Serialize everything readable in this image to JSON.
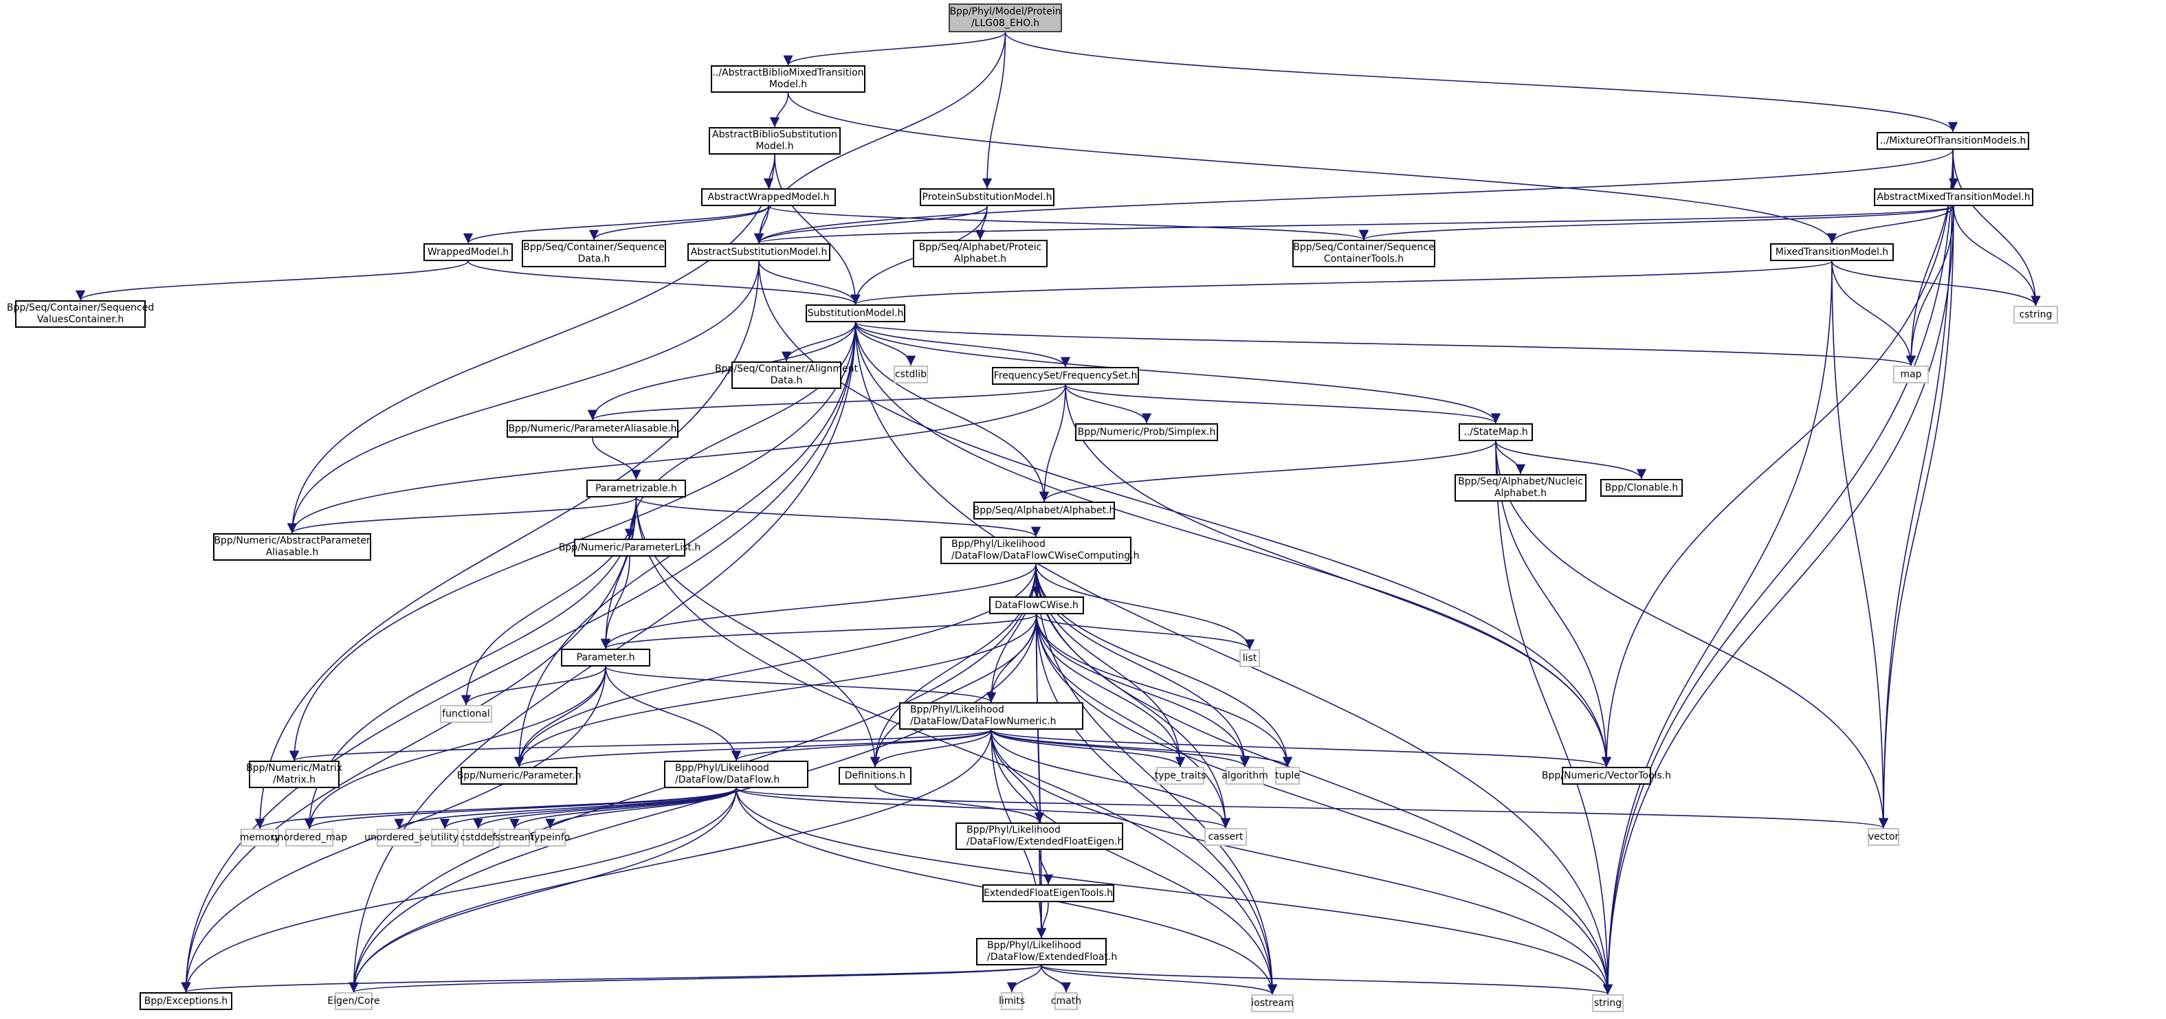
{
  "title": "Include dependency graph for Bpp/Phyl/Model/Protein/LLG08_EHO.h",
  "colors": {
    "edge": "#191970",
    "node_border": "#000000",
    "system_border": "#bfbfbf",
    "root_fill": "#bfbfbf"
  },
  "nodes": [
    {
      "id": "root",
      "label": "Bpp/Phyl/Model/Protein\n/LLG08_EHO.h",
      "kind": "root"
    },
    {
      "id": "abmtm",
      "label": "../AbstractBiblioMixedTransition\nModel.h",
      "kind": "project"
    },
    {
      "id": "absm",
      "label": "AbstractBiblioSubstitution\nModel.h",
      "kind": "project"
    },
    {
      "id": "awm",
      "label": "AbstractWrappedModel.h",
      "kind": "project"
    },
    {
      "id": "psm",
      "label": "ProteinSubstitutionModel.h",
      "kind": "project"
    },
    {
      "id": "motm",
      "label": "../MixtureOfTransitionModels.h",
      "kind": "project"
    },
    {
      "id": "amtm",
      "label": "AbstractMixedTransitionModel.h",
      "kind": "project"
    },
    {
      "id": "wm",
      "label": "WrappedModel.h",
      "kind": "project"
    },
    {
      "id": "seqdata",
      "label": "Bpp/Seq/Container/Sequence\nData.h",
      "kind": "project"
    },
    {
      "id": "asm",
      "label": "AbstractSubstitutionModel.h",
      "kind": "project"
    },
    {
      "id": "protalpha",
      "label": "Bpp/Seq/Alphabet/Proteic\nAlphabet.h",
      "kind": "project"
    },
    {
      "id": "sct",
      "label": "Bpp/Seq/Container/Sequence\nContainerTools.h",
      "kind": "project"
    },
    {
      "id": "mtm",
      "label": "MixedTransitionModel.h",
      "kind": "project"
    },
    {
      "id": "cstring",
      "label": "cstring",
      "kind": "system"
    },
    {
      "id": "svc",
      "label": "Bpp/Seq/Container/Sequenced\nValuesContainer.h",
      "kind": "project"
    },
    {
      "id": "sm",
      "label": "SubstitutionModel.h",
      "kind": "project"
    },
    {
      "id": "map",
      "label": "map",
      "kind": "system"
    },
    {
      "id": "align",
      "label": "Bpp/Seq/Container/Alignment\nData.h",
      "kind": "project"
    },
    {
      "id": "cstdlib",
      "label": "cstdlib",
      "kind": "system"
    },
    {
      "id": "fs",
      "label": "FrequencySet/FrequencySet.h",
      "kind": "project"
    },
    {
      "id": "pal",
      "label": "Bpp/Numeric/ParameterAliasable.h",
      "kind": "project"
    },
    {
      "id": "simplex",
      "label": "Bpp/Numeric/Prob/Simplex.h",
      "kind": "project"
    },
    {
      "id": "statemap",
      "label": "../StateMap.h",
      "kind": "project"
    },
    {
      "id": "alpha",
      "label": "Bpp/Seq/Alphabet/Alphabet.h",
      "kind": "project"
    },
    {
      "id": "nucalpha",
      "label": "Bpp/Seq/Alphabet/Nucleic\nAlphabet.h",
      "kind": "project"
    },
    {
      "id": "clonable",
      "label": "Bpp/Clonable.h",
      "kind": "project"
    },
    {
      "id": "parametrizable",
      "label": "Parametrizable.h",
      "kind": "project"
    },
    {
      "id": "apal",
      "label": "Bpp/Numeric/AbstractParameter\nAliasable.h",
      "kind": "project"
    },
    {
      "id": "plist",
      "label": "Bpp/Numeric/ParameterList.h",
      "kind": "project"
    },
    {
      "id": "dfcwc",
      "label": "Bpp/Phyl/Likelihood\n/DataFlow/DataFlowCWiseComputing.h",
      "kind": "project",
      "align": "left"
    },
    {
      "id": "dfcw",
      "label": "DataFlowCWise.h",
      "kind": "project"
    },
    {
      "id": "list",
      "label": "list",
      "kind": "system"
    },
    {
      "id": "param",
      "label": "Parameter.h",
      "kind": "project"
    },
    {
      "id": "functional",
      "label": "functional",
      "kind": "system"
    },
    {
      "id": "dfn",
      "label": "Bpp/Phyl/Likelihood\n/DataFlow/DataFlowNumeric.h",
      "kind": "project",
      "align": "left"
    },
    {
      "id": "typetraits",
      "label": "type_traits",
      "kind": "system"
    },
    {
      "id": "algorithm",
      "label": "algorithm",
      "kind": "system"
    },
    {
      "id": "tuple",
      "label": "tuple",
      "kind": "system"
    },
    {
      "id": "vectools",
      "label": "Bpp/Numeric/VectorTools.h",
      "kind": "project"
    },
    {
      "id": "matrix",
      "label": "Bpp/Numeric/Matrix\n/Matrix.h",
      "kind": "project"
    },
    {
      "id": "nparam",
      "label": "Bpp/Numeric/Parameter.h",
      "kind": "project"
    },
    {
      "id": "df",
      "label": "Bpp/Phyl/Likelihood\n/DataFlow/DataFlow.h",
      "kind": "project",
      "align": "left"
    },
    {
      "id": "defs",
      "label": "Definitions.h",
      "kind": "project"
    },
    {
      "id": "memory",
      "label": "memory",
      "kind": "system"
    },
    {
      "id": "umap",
      "label": "unordered_map",
      "kind": "system"
    },
    {
      "id": "uset",
      "label": "unordered_set",
      "kind": "system"
    },
    {
      "id": "utility",
      "label": "utility",
      "kind": "system"
    },
    {
      "id": "cstddef",
      "label": "cstddef",
      "kind": "system"
    },
    {
      "id": "sstream",
      "label": "sstream",
      "kind": "system"
    },
    {
      "id": "typeinfo",
      "label": "typeinfo",
      "kind": "system"
    },
    {
      "id": "cassert",
      "label": "cassert",
      "kind": "system"
    },
    {
      "id": "vector",
      "label": "vector",
      "kind": "system"
    },
    {
      "id": "efe",
      "label": "Bpp/Phyl/Likelihood\n/DataFlow/ExtendedFloatEigen.h",
      "kind": "project",
      "align": "left"
    },
    {
      "id": "efet",
      "label": "ExtendedFloatEigenTools.h",
      "kind": "project"
    },
    {
      "id": "ef",
      "label": "Bpp/Phyl/Likelihood\n/DataFlow/ExtendedFloat.h",
      "kind": "project",
      "align": "left"
    },
    {
      "id": "exceptions",
      "label": "Bpp/Exceptions.h",
      "kind": "project"
    },
    {
      "id": "eigen",
      "label": "Eigen/Core",
      "kind": "system"
    },
    {
      "id": "limits",
      "label": "limits",
      "kind": "system"
    },
    {
      "id": "cmath",
      "label": "cmath",
      "kind": "system"
    },
    {
      "id": "iostream",
      "label": "iostream",
      "kind": "system"
    },
    {
      "id": "string",
      "label": "string",
      "kind": "system"
    }
  ],
  "edges": [
    [
      "root",
      "abmtm"
    ],
    [
      "root",
      "asm"
    ],
    [
      "root",
      "psm"
    ],
    [
      "root",
      "motm"
    ],
    [
      "abmtm",
      "absm"
    ],
    [
      "abmtm",
      "mtm"
    ],
    [
      "absm",
      "awm"
    ],
    [
      "absm",
      "sm"
    ],
    [
      "absm",
      "apal"
    ],
    [
      "awm",
      "wm"
    ],
    [
      "awm",
      "seqdata"
    ],
    [
      "awm",
      "asm"
    ],
    [
      "awm",
      "sct"
    ],
    [
      "psm",
      "asm"
    ],
    [
      "psm",
      "sm"
    ],
    [
      "psm",
      "protalpha"
    ],
    [
      "motm",
      "amtm"
    ],
    [
      "motm",
      "map"
    ],
    [
      "motm",
      "cstring"
    ],
    [
      "motm",
      "vectools"
    ],
    [
      "motm",
      "vector"
    ],
    [
      "motm",
      "string"
    ],
    [
      "motm",
      "asm"
    ],
    [
      "amtm",
      "asm"
    ],
    [
      "amtm",
      "sct"
    ],
    [
      "amtm",
      "mtm"
    ],
    [
      "amtm",
      "map"
    ],
    [
      "amtm",
      "cstring"
    ],
    [
      "amtm",
      "vector"
    ],
    [
      "amtm",
      "string"
    ],
    [
      "mtm",
      "sm"
    ],
    [
      "mtm",
      "cstring"
    ],
    [
      "mtm",
      "map"
    ],
    [
      "mtm",
      "vector"
    ],
    [
      "mtm",
      "string"
    ],
    [
      "wm",
      "svc"
    ],
    [
      "wm",
      "sm"
    ],
    [
      "asm",
      "sm"
    ],
    [
      "asm",
      "apal"
    ],
    [
      "asm",
      "memory"
    ],
    [
      "asm",
      "vectools"
    ],
    [
      "sm",
      "align"
    ],
    [
      "sm",
      "cstdlib"
    ],
    [
      "sm",
      "fs"
    ],
    [
      "sm",
      "statemap"
    ],
    [
      "sm",
      "map"
    ],
    [
      "sm",
      "pal"
    ],
    [
      "sm",
      "alpha"
    ],
    [
      "sm",
      "plist"
    ],
    [
      "sm",
      "matrix"
    ],
    [
      "sm",
      "nparam"
    ],
    [
      "sm",
      "exceptions"
    ],
    [
      "sm",
      "eigen"
    ],
    [
      "sm",
      "vectools"
    ],
    [
      "sm",
      "string"
    ],
    [
      "fs",
      "pal"
    ],
    [
      "fs",
      "simplex"
    ],
    [
      "fs",
      "statemap"
    ],
    [
      "fs",
      "alpha"
    ],
    [
      "fs",
      "apal"
    ],
    [
      "fs",
      "vectools"
    ],
    [
      "statemap",
      "alpha"
    ],
    [
      "statemap",
      "nucalpha"
    ],
    [
      "statemap",
      "clonable"
    ],
    [
      "statemap",
      "vectools"
    ],
    [
      "statemap",
      "vector"
    ],
    [
      "statemap",
      "string"
    ],
    [
      "pal",
      "parametrizable"
    ],
    [
      "parametrizable",
      "apal"
    ],
    [
      "parametrizable",
      "plist"
    ],
    [
      "parametrizable",
      "param"
    ],
    [
      "parametrizable",
      "dfcwc"
    ],
    [
      "parametrizable",
      "functional"
    ],
    [
      "parametrizable",
      "umap"
    ],
    [
      "parametrizable",
      "exceptions"
    ],
    [
      "parametrizable",
      "defs"
    ],
    [
      "parametrizable",
      "iostream"
    ],
    [
      "plist",
      "param"
    ],
    [
      "dfcwc",
      "dfcw"
    ],
    [
      "dfcwc",
      "dfn"
    ],
    [
      "dfcwc",
      "param"
    ],
    [
      "dfcwc",
      "nparam"
    ],
    [
      "dfcwc",
      "list"
    ],
    [
      "dfcwc",
      "typetraits"
    ],
    [
      "dfcwc",
      "algorithm"
    ],
    [
      "dfcwc",
      "tuple"
    ],
    [
      "dfcwc",
      "defs"
    ],
    [
      "dfcwc",
      "ef"
    ],
    [
      "dfcwc",
      "eigen"
    ],
    [
      "dfcwc",
      "cassert"
    ],
    [
      "dfcwc",
      "iostream"
    ],
    [
      "dfcwc",
      "string"
    ],
    [
      "dfcw",
      "param"
    ],
    [
      "dfcw",
      "dfn"
    ],
    [
      "dfcw",
      "list"
    ],
    [
      "dfcw",
      "typetraits"
    ],
    [
      "dfcw",
      "algorithm"
    ],
    [
      "dfcw",
      "tuple"
    ],
    [
      "dfcw",
      "defs"
    ],
    [
      "dfcw",
      "nparam"
    ],
    [
      "dfcw",
      "cassert"
    ],
    [
      "dfcw",
      "ef"
    ],
    [
      "dfcw",
      "iostream"
    ],
    [
      "dfcw",
      "string"
    ],
    [
      "dfcw",
      "eigen"
    ],
    [
      "param",
      "functional"
    ],
    [
      "param",
      "nparam"
    ],
    [
      "param",
      "dfn"
    ],
    [
      "param",
      "df"
    ],
    [
      "param",
      "exceptions"
    ],
    [
      "param",
      "umap"
    ],
    [
      "dfn",
      "matrix"
    ],
    [
      "dfn",
      "nparam"
    ],
    [
      "dfn",
      "df"
    ],
    [
      "dfn",
      "defs"
    ],
    [
      "dfn",
      "typetraits"
    ],
    [
      "dfn",
      "algorithm"
    ],
    [
      "dfn",
      "tuple"
    ],
    [
      "dfn",
      "vectools"
    ],
    [
      "dfn",
      "efe"
    ],
    [
      "dfn",
      "ef"
    ],
    [
      "dfn",
      "cassert"
    ],
    [
      "dfn",
      "iostream"
    ],
    [
      "dfn",
      "string"
    ],
    [
      "dfn",
      "eigen"
    ],
    [
      "df",
      "memory"
    ],
    [
      "df",
      "umap"
    ],
    [
      "df",
      "uset"
    ],
    [
      "df",
      "utility"
    ],
    [
      "df",
      "cstddef"
    ],
    [
      "df",
      "sstream"
    ],
    [
      "df",
      "typeinfo"
    ],
    [
      "df",
      "cassert"
    ],
    [
      "df",
      "vector"
    ],
    [
      "df",
      "string"
    ],
    [
      "df",
      "exceptions"
    ],
    [
      "df",
      "eigen"
    ],
    [
      "df",
      "iostream"
    ],
    [
      "defs",
      "efe"
    ],
    [
      "efe",
      "efet"
    ],
    [
      "efe",
      "ef"
    ],
    [
      "efet",
      "ef"
    ],
    [
      "ef",
      "exceptions"
    ],
    [
      "ef",
      "eigen"
    ],
    [
      "ef",
      "limits"
    ],
    [
      "ef",
      "cmath"
    ],
    [
      "ef",
      "iostream"
    ],
    [
      "ef",
      "string"
    ]
  ]
}
